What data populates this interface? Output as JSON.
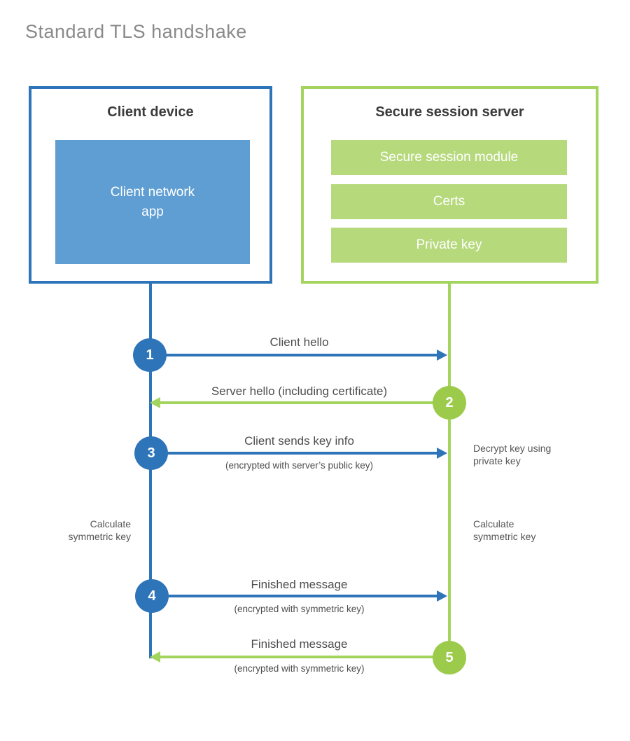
{
  "title": "Standard TLS handshake",
  "colors": {
    "blue": "#2e74b8",
    "blue_fill": "#5f9ed3",
    "green": "#a3d45e",
    "green_circle": "#9ccb4b",
    "green_fill": "#b6d97c",
    "heading_text": "#3b3b3b",
    "label_text": "#4d4d4d",
    "note_text": "#555555",
    "title_text": "#8a8a8a"
  },
  "client": {
    "heading": "Client device",
    "app_label": "Client network\napp"
  },
  "server": {
    "heading": "Secure session server",
    "modules": [
      "Secure session module",
      "Certs",
      "Private key"
    ]
  },
  "messages": [
    {
      "num": "1",
      "label": "Client hello",
      "sub": "",
      "direction": "client-to-server"
    },
    {
      "num": "2",
      "label": "Server hello (including certificate)",
      "sub": "",
      "direction": "server-to-client"
    },
    {
      "num": "3",
      "label": "Client sends key info",
      "sub": "(encrypted with server’s public key)",
      "direction": "client-to-server"
    },
    {
      "num": "4",
      "label": "Finished message",
      "sub": "(encrypted with symmetric key)",
      "direction": "client-to-server"
    },
    {
      "num": "5",
      "label": "Finished message",
      "sub": "(encrypted with symmetric key)",
      "direction": "server-to-client"
    }
  ],
  "notes": {
    "decrypt": "Decrypt key using\nprivate key",
    "calc_left": "Calculate\nsymmetric key",
    "calc_right": "Calculate\nsymmetric key"
  }
}
